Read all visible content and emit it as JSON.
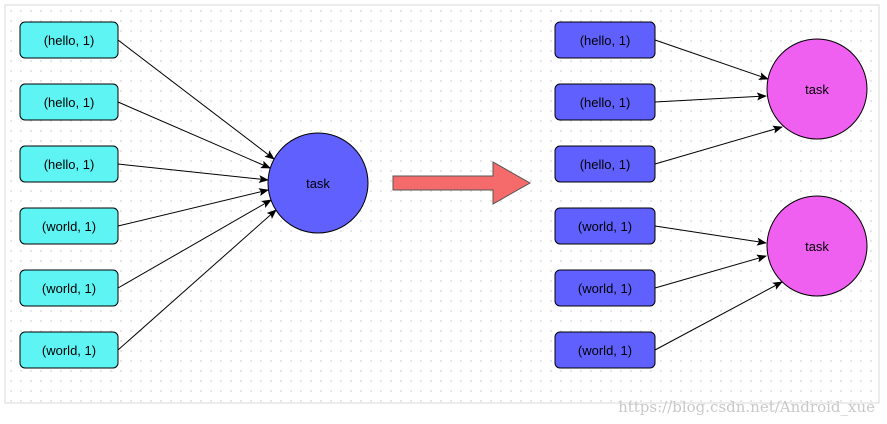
{
  "colors": {
    "canvas_border": "#d9d9d9",
    "grid_dot": "#d6d6d6",
    "cyan_fill": "#5ff4f4",
    "blue_fill": "#6060ff",
    "magenta_fill": "#f060f0",
    "arrow_fill": "#f56b6b",
    "stroke": "#000000",
    "watermark": "#c8c8c8"
  },
  "left_group": {
    "items": [
      {
        "label": "(hello, 1)"
      },
      {
        "label": "(hello, 1)"
      },
      {
        "label": "(hello, 1)"
      },
      {
        "label": "(world, 1)"
      },
      {
        "label": "(world, 1)"
      },
      {
        "label": "(world, 1)"
      }
    ],
    "task_label": "task"
  },
  "right_group": {
    "items": [
      {
        "label": "(hello, 1)"
      },
      {
        "label": "(hello, 1)"
      },
      {
        "label": "(hello, 1)"
      },
      {
        "label": "(world, 1)"
      },
      {
        "label": "(world, 1)"
      },
      {
        "label": "(world, 1)"
      }
    ],
    "tasks": [
      {
        "label": "task"
      },
      {
        "label": "task"
      }
    ]
  },
  "watermark": "https://blog.csdn.net/Android_xue"
}
